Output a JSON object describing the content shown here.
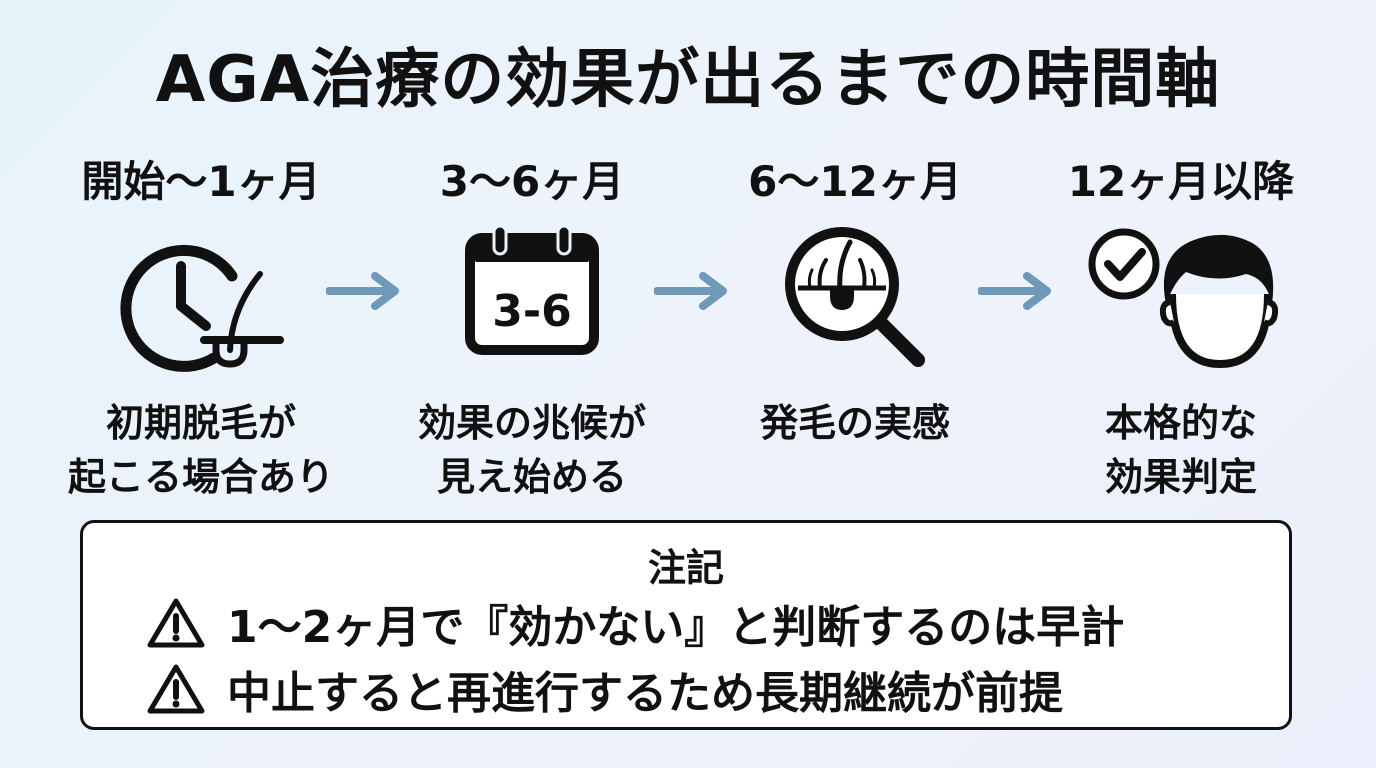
{
  "title": "AGA治療の効果が出るまでの時間軸",
  "stages": [
    {
      "label": "開始〜1ヶ月",
      "desc": [
        "初期脱毛が",
        "起こる場合あり"
      ],
      "icon": "clock-hair-icon"
    },
    {
      "label": "3〜6ヶ月",
      "desc": [
        "効果の兆候が",
        "見え始める"
      ],
      "icon": "calendar-icon",
      "icon_text": "3-6"
    },
    {
      "label": "6〜12ヶ月",
      "desc": [
        "発毛の実感"
      ],
      "icon": "magnifier-hair-icon"
    },
    {
      "label": "12ヶ月以降",
      "desc": [
        "本格的な",
        "効果判定"
      ],
      "icon": "check-face-icon"
    }
  ],
  "notes": {
    "title": "注記",
    "items": [
      {
        "icon": "warning-icon",
        "text": "1〜2ヶ月で『効かない』と判断するのは早計"
      },
      {
        "icon": "warning-icon",
        "text": "中止すると再進行するため長期継続が前提"
      }
    ]
  },
  "colors": {
    "arrow": "#6f99b8",
    "ink": "#111111",
    "box_bg": "#ffffff"
  }
}
